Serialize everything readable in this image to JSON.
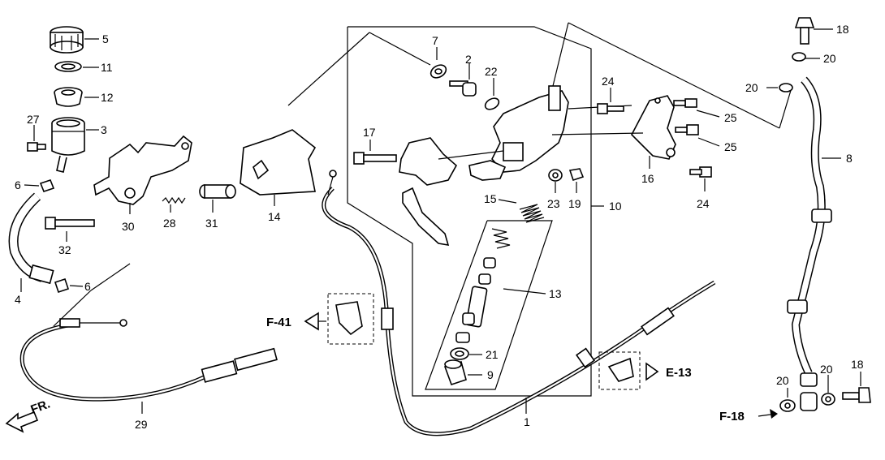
{
  "labels": {
    "l5": "5",
    "l11": "11",
    "l12": "12",
    "l3": "3",
    "l27": "27",
    "l6a": "6",
    "l6b": "6",
    "l4": "4",
    "l32": "32",
    "l30": "30",
    "l28": "28",
    "l31": "31",
    "l14": "14",
    "l29": "29",
    "l7": "7",
    "l2": "2",
    "l22": "22",
    "l17": "17",
    "l24a": "24",
    "l25a": "25",
    "l25b": "25",
    "l16": "16",
    "l24b": "24",
    "l23": "23",
    "l19": "19",
    "l15": "15",
    "l10": "10",
    "l13": "13",
    "l21": "21",
    "l9": "9",
    "l1": "1",
    "l18a": "18",
    "l20a": "20",
    "l20b": "20",
    "l8": "8",
    "l20c": "20",
    "l20d": "20",
    "l18b": "18"
  },
  "references": {
    "f41": "F-41",
    "e13": "E-13",
    "f18": "F-18"
  },
  "direction": {
    "fr": "FR."
  }
}
